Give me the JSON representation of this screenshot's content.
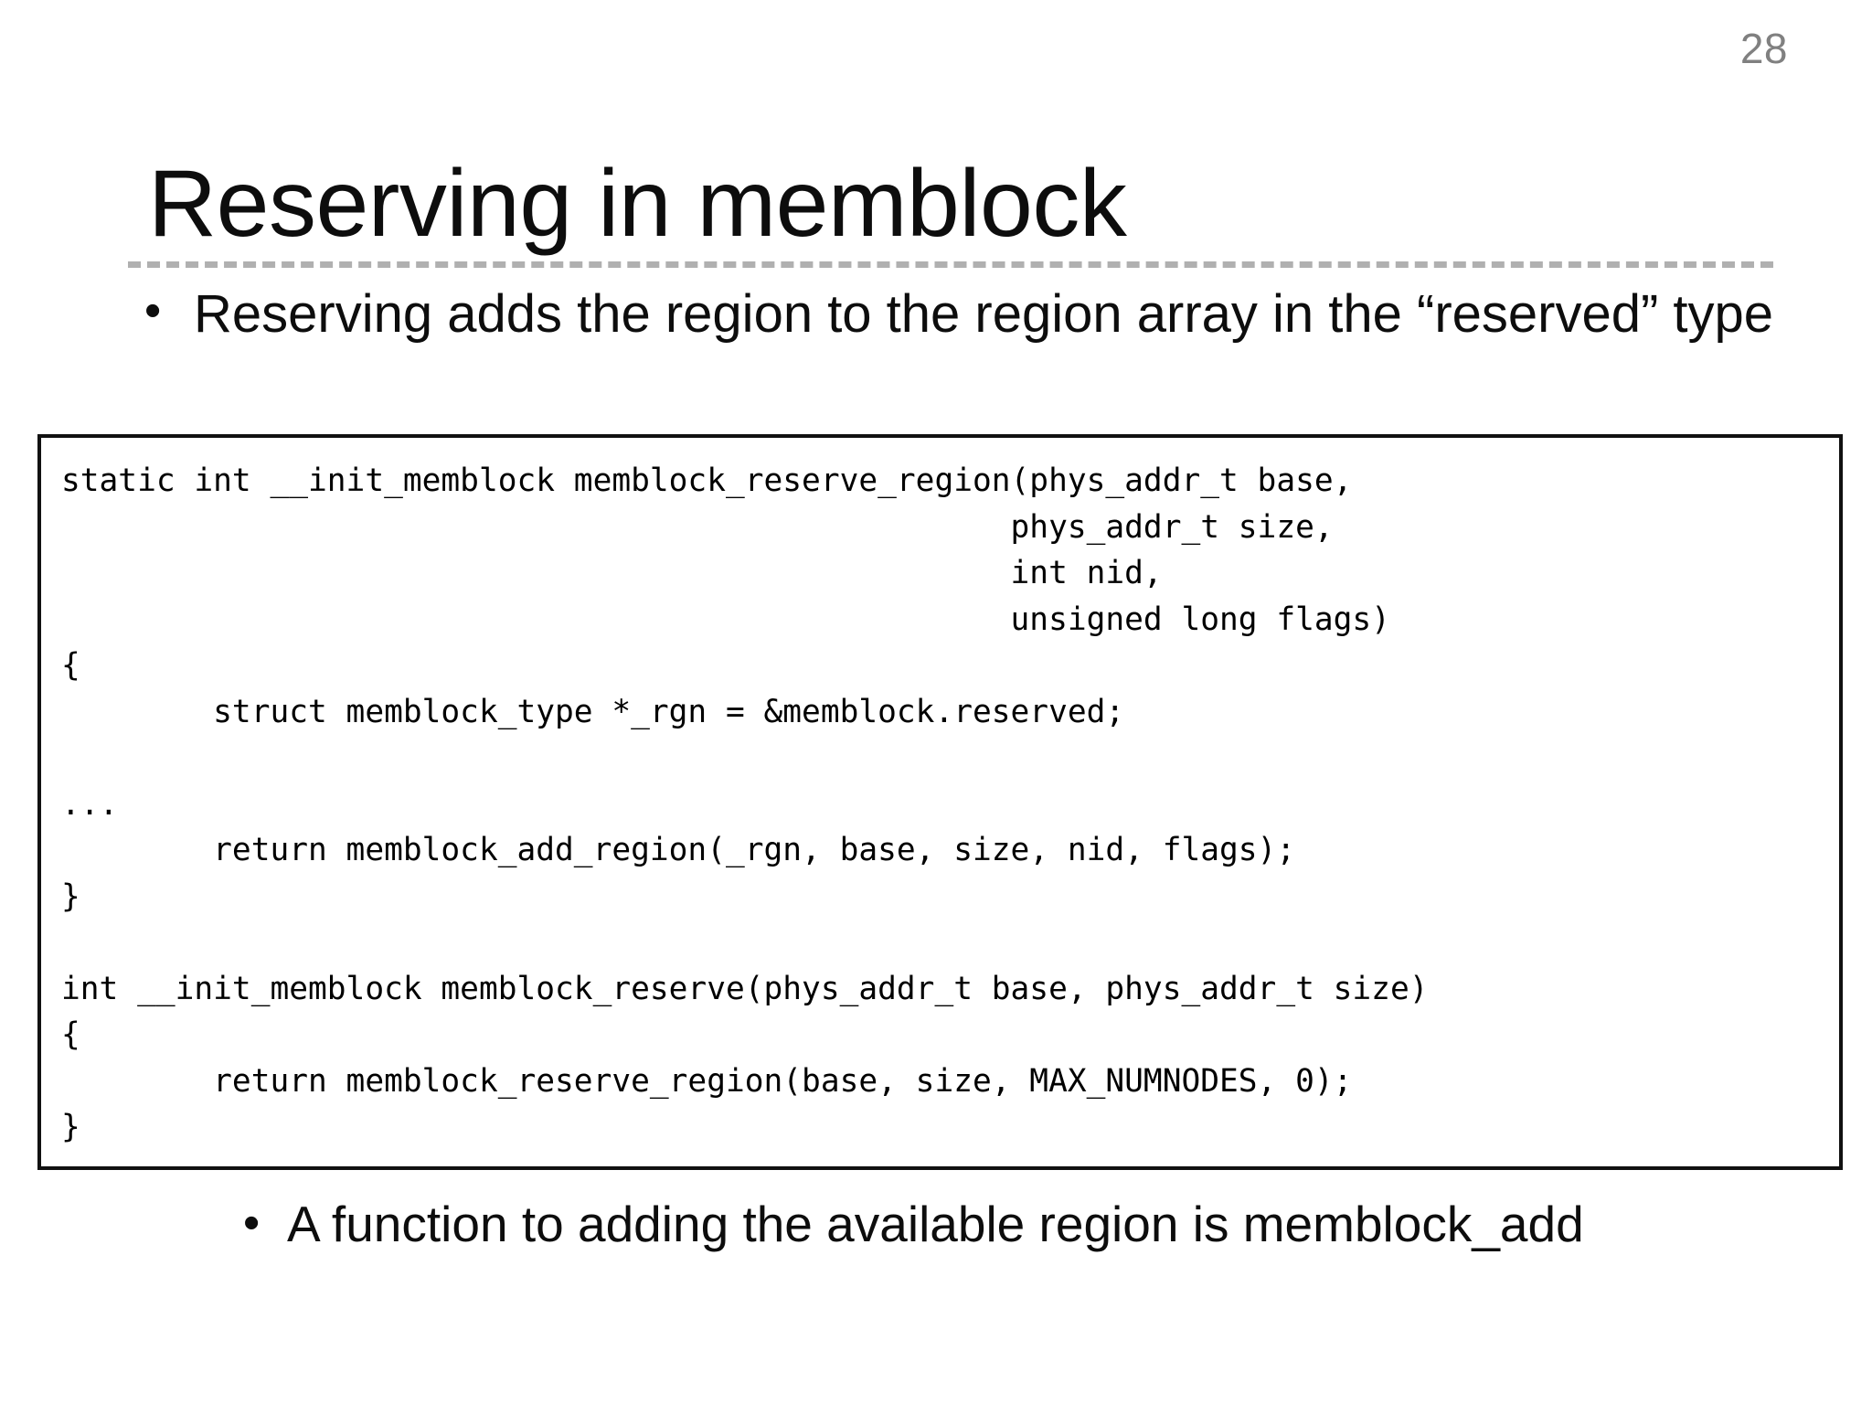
{
  "slide": {
    "page_number": "28",
    "title": "Reserving in memblock",
    "bullet_icon": "•",
    "divider_color": "#b0b0b0",
    "page_number_color": "#808080",
    "text_color": "#0d0d0d",
    "code_border_color": "#111111"
  },
  "bullets_top": [
    {
      "text": "Reserving adds the region to the region array in the “reserved” type"
    }
  ],
  "bullets_bottom": [
    {
      "text": "A function to adding the available region is memblock_add"
    }
  ],
  "code_block": {
    "language": "c",
    "lines": [
      "static int __init_memblock memblock_reserve_region(phys_addr_t base,",
      "                                                  phys_addr_t size,",
      "                                                  int nid,",
      "                                                  unsigned long flags)",
      "{",
      "        struct memblock_type *_rgn = &memblock.reserved;",
      "",
      "...",
      "        return memblock_add_region(_rgn, base, size, nid, flags);",
      "}",
      "",
      "int __init_memblock memblock_reserve(phys_addr_t base, phys_addr_t size)",
      "{",
      "        return memblock_reserve_region(base, size, MAX_NUMNODES, 0);",
      "}"
    ],
    "text": "static int __init_memblock memblock_reserve_region(phys_addr_t base,\n                                                  phys_addr_t size,\n                                                  int nid,\n                                                  unsigned long flags)\n{\n        struct memblock_type *_rgn = &memblock.reserved;\n\n...\n        return memblock_add_region(_rgn, base, size, nid, flags);\n}\n\nint __init_memblock memblock_reserve(phys_addr_t base, phys_addr_t size)\n{\n        return memblock_reserve_region(base, size, MAX_NUMNODES, 0);\n}"
  }
}
